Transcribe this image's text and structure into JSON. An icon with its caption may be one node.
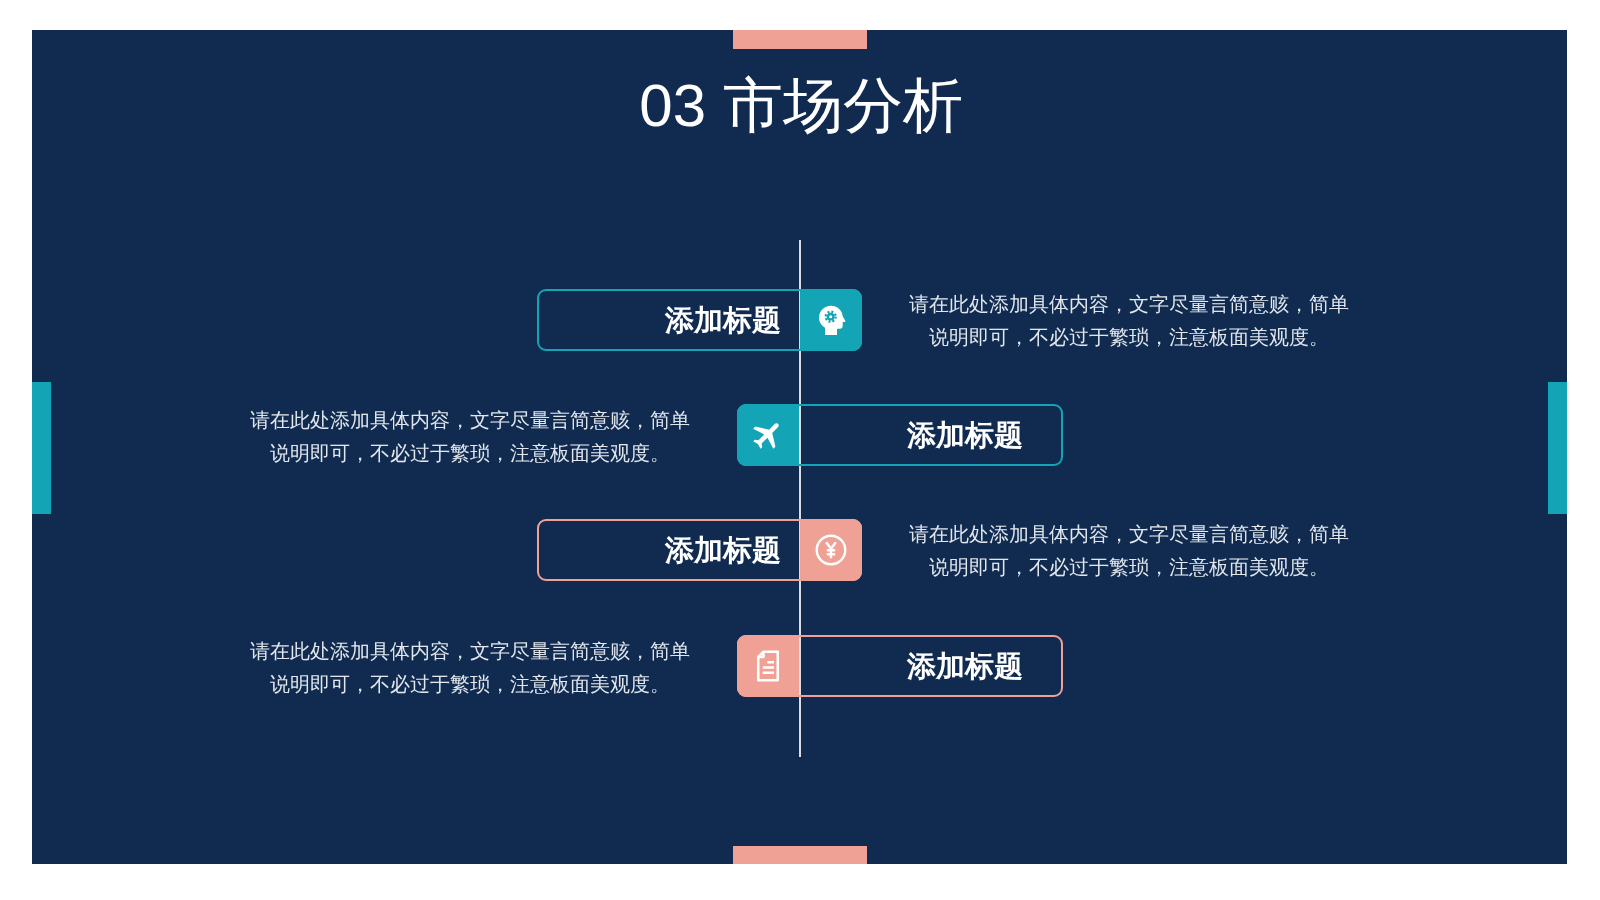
{
  "diagram": {
    "title": "03 市场分析",
    "nodes": [
      {
        "text": [
          "添加标题"
        ],
        "beside": [
          "请在此处添加具体内容，文字尽量言简意赅，简单说明即可，不必过于繁琐，注意板面美观度。"
        ]
      },
      {
        "text": [
          "添加标题"
        ],
        "beside": [
          "请在此处添加具体内容，文字尽量言简意赅，简单说明即可，不必过于繁琐，注意板面美观度。"
        ]
      },
      {
        "text": [
          "添加标题"
        ],
        "beside": [
          "请在此处添加具体内容，文字尽量言简意赅，简单说明即可，不必过于繁琐，注意板面美观度。"
        ]
      },
      {
        "text": [
          "添加标题"
        ],
        "beside": [
          "请在此处添加具体内容，文字尽量言简意赅，简单说明即可，不必过于繁琐，注意板面美观度。"
        ]
      }
    ]
  }
}
